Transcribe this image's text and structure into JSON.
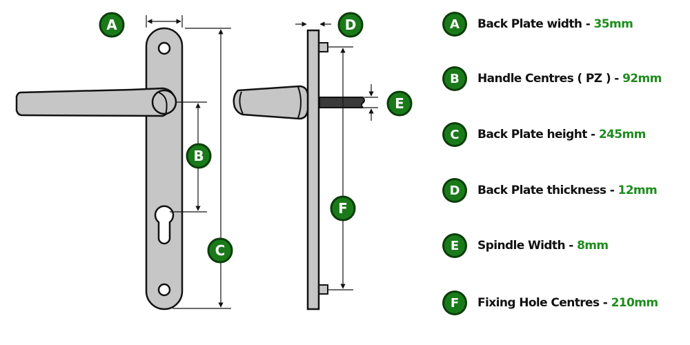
{
  "badges": {
    "a": "A",
    "b": "B",
    "c": "C",
    "d": "D",
    "e": "E",
    "f": "F"
  },
  "legend": [
    {
      "letter": "A",
      "label": "Back Plate width - ",
      "value": "35mm"
    },
    {
      "letter": "B",
      "label": "Handle Centres ( PZ ) - ",
      "value": "92mm"
    },
    {
      "letter": "C",
      "label": "Back Plate height - ",
      "value": "245mm"
    },
    {
      "letter": "D",
      "label": "Back Plate thickness - ",
      "value": "12mm"
    },
    {
      "letter": "E",
      "label": "Spindle Width - ",
      "value": "8mm"
    },
    {
      "letter": "F",
      "label": "Fixing Hole Centres - ",
      "value": "210mm"
    }
  ],
  "colors": {
    "badge_fill": "#1a7a1a",
    "value_text": "#1e8c1e",
    "plate_fill": "#c6c6c6",
    "outline": "#111111"
  }
}
